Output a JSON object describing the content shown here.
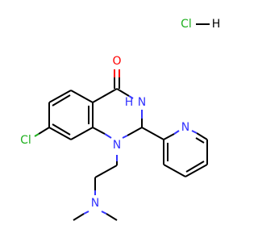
{
  "molecule": {
    "atoms": {
      "o": "O",
      "nh": "N",
      "h": "H",
      "n1": "N",
      "npyr": "N",
      "namine": "N",
      "cl": "Cl"
    },
    "salt": {
      "cl": "Cl",
      "h": "H"
    },
    "colors": {
      "bond": "#000000",
      "nitrogen": "#3333ff",
      "oxygen": "#ff0000",
      "chlorine": "#1fb01f"
    }
  }
}
